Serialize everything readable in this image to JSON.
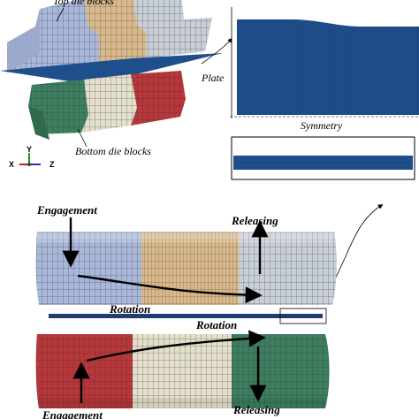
{
  "labels": {
    "top_die_blocks": "Top die blocks",
    "plate": "Plate",
    "symmetry": "Symmetry",
    "bottom_die_blocks": "Bottom die blocks",
    "engagement_top": "Engagement",
    "releasing_top": "Releasing",
    "rotation_top": "Rotation",
    "rotation_bottom": "Rotation",
    "engagement_bottom": "Engagement",
    "releasing_bottom": "Releasing"
  },
  "axes": {
    "x": "X",
    "y": "Y",
    "z": "Z"
  },
  "colors": {
    "block_lavender": "#a9b8d9",
    "block_tan": "#d9b98a",
    "block_grey": "#c9cfd6",
    "block_red": "#b8373a",
    "block_cream": "#e3dfca",
    "block_green": "#3d7e5f",
    "plate": "#1f4e8c",
    "mesh": "#2c2c3a"
  },
  "icons": [
    "axis-triad-icon",
    "engagement-arrow-icon",
    "releasing-arrow-icon",
    "rotation-arrow-icon"
  ]
}
